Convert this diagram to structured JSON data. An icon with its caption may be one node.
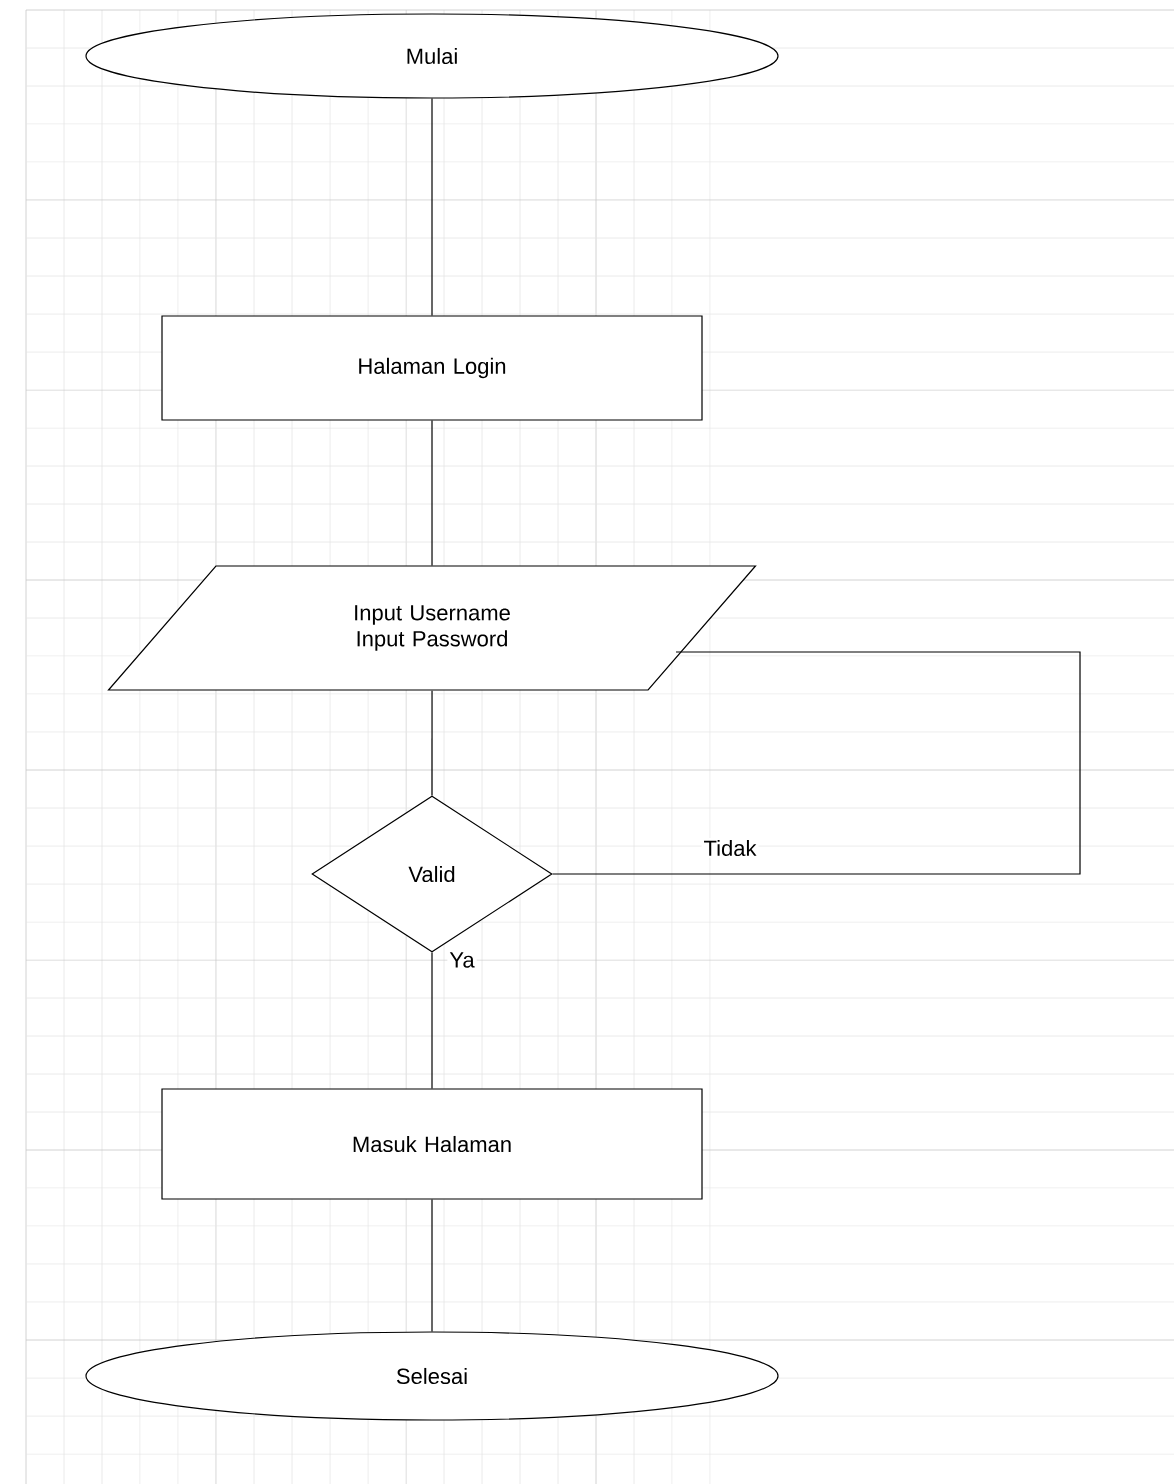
{
  "diagram": {
    "nodes": [
      {
        "text": [
          "Mulai"
        ]
      },
      {
        "text": [
          "Halaman Login"
        ]
      },
      {
        "text": [
          "Input Username Input Password"
        ]
      },
      {
        "text": [
          "Valid"
        ]
      },
      {
        "text": [
          "Masuk Halaman"
        ]
      },
      {
        "text": [
          "Selesai"
        ]
      }
    ],
    "edges": [
      {
        "from": 0,
        "to": 1,
        "arrow": "none"
      },
      {
        "from": 1,
        "to": 2,
        "arrow": "none"
      },
      {
        "from": 2,
        "to": 3,
        "arrow": "none"
      },
      {
        "from": 3,
        "to": 4,
        "arrow": "none",
        "label": "Ya"
      },
      {
        "from": 3,
        "to": 2,
        "arrow": "none",
        "label": "Tidak"
      },
      {
        "from": 4,
        "to": 5,
        "arrow": "none"
      }
    ]
  }
}
